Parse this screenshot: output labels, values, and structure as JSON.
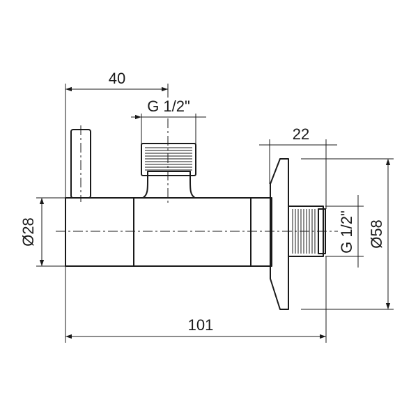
{
  "drawing": {
    "dimensions": {
      "handle_offset": "40",
      "inlet_thread": "G 1/2\"",
      "flange_width": "22",
      "body_diameter": "Ø28",
      "outlet_thread": "G 1/2\"",
      "flange_diameter": "Ø58",
      "overall_length": "101"
    }
  }
}
